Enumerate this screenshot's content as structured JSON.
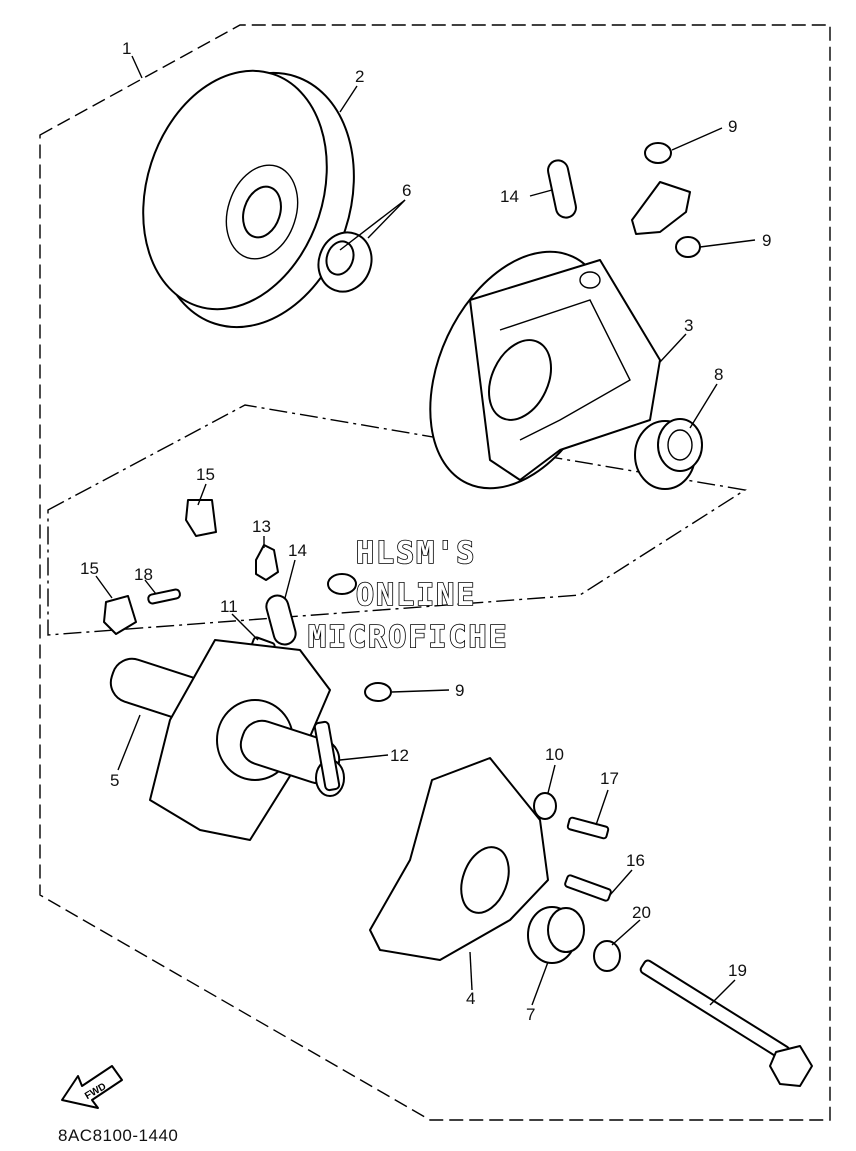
{
  "diagram": {
    "part_code": "8AC8100-1440",
    "watermark_lines": [
      "HLSM'S",
      "ONLINE",
      "MICROFICHE"
    ],
    "fwd_label": "FWD",
    "callouts": [
      {
        "id": "c1",
        "label": "1"
      },
      {
        "id": "c2",
        "label": "2"
      },
      {
        "id": "c3",
        "label": "3"
      },
      {
        "id": "c4",
        "label": "4"
      },
      {
        "id": "c5",
        "label": "5"
      },
      {
        "id": "c6",
        "label": "6"
      },
      {
        "id": "c7",
        "label": "7"
      },
      {
        "id": "c8",
        "label": "8"
      },
      {
        "id": "c9a",
        "label": "9"
      },
      {
        "id": "c9b",
        "label": "9"
      },
      {
        "id": "c9c",
        "label": "9"
      },
      {
        "id": "c10",
        "label": "10"
      },
      {
        "id": "c11",
        "label": "11"
      },
      {
        "id": "c12",
        "label": "12"
      },
      {
        "id": "c13",
        "label": "13"
      },
      {
        "id": "c14a",
        "label": "14"
      },
      {
        "id": "c14b",
        "label": "14"
      },
      {
        "id": "c15a",
        "label": "15"
      },
      {
        "id": "c15b",
        "label": "15"
      },
      {
        "id": "c16",
        "label": "16"
      },
      {
        "id": "c17",
        "label": "17"
      },
      {
        "id": "c18",
        "label": "18"
      },
      {
        "id": "c19",
        "label": "19"
      },
      {
        "id": "c20",
        "label": "20"
      }
    ]
  }
}
